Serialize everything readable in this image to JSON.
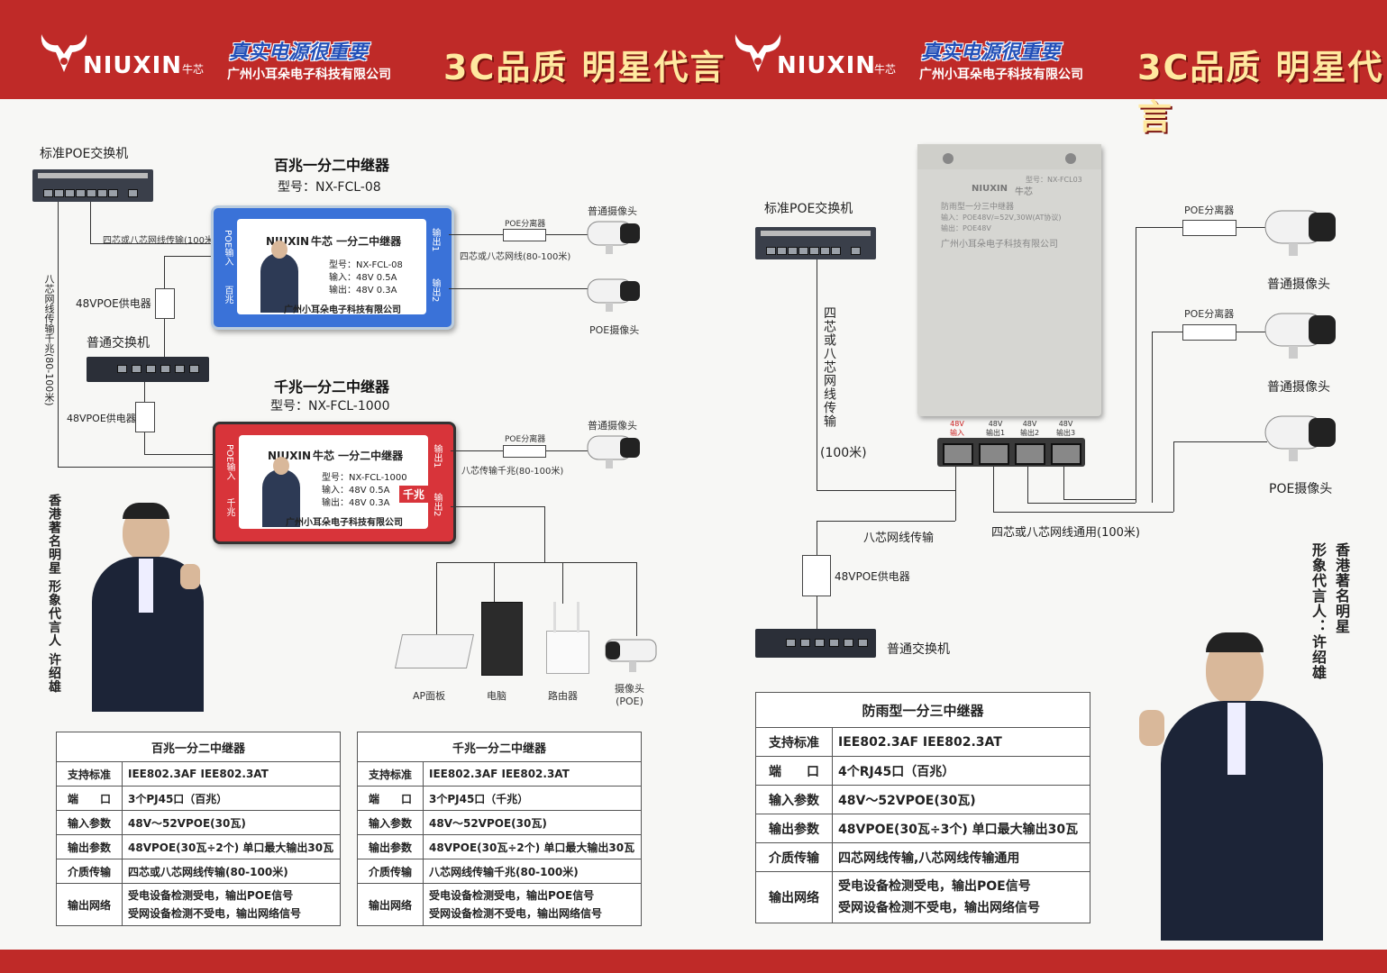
{
  "header": {
    "brand": "NIUXIN",
    "brand_cn": "牛芯",
    "slogan": "真实电源很重要",
    "company": "广州小耳朵电子科技有限公司",
    "tagline": "3C品质  明星代言"
  },
  "left": {
    "poe_switch_label": "标准POE交换机",
    "normal_switch_label": "普通交换机",
    "cable_4_8": "四芯或八芯网线传输(100米)",
    "cable_vertical": "八芯网线传输千兆(80-100米)",
    "injector1": "48VPOE供电器",
    "injector2": "48VPOE供电器",
    "repeater100": {
      "title": "百兆一分二中继器",
      "model": "型号：NX-FCL-08",
      "dev_brand": "NIUXIN",
      "dev_name": "牛芯  一分二中继器",
      "dev_model": "型号：NX-FCL-08",
      "dev_in": "输入：48V 0.5A",
      "dev_out": "输出：48V 0.3A",
      "dev_company": "广州小耳朵电子科技有限公司",
      "poe_in": "POE输入",
      "speed": "百兆",
      "out1": "输出1",
      "out2": "输出2",
      "splitter": "POE分离器",
      "cable": "四芯或八芯网线(80-100米)",
      "cam1": "普通摄像头",
      "cam2": "POE摄像头"
    },
    "repeater1000": {
      "title": "千兆一分二中继器",
      "model": "型号：NX-FCL-1000",
      "dev_brand": "NIUXIN",
      "dev_name": "牛芯  一分二中继器",
      "dev_model": "型号：NX-FCL-1000",
      "dev_in": "输入：48V 0.5A",
      "dev_out": "输出：48V 0.3A",
      "badge": "千兆",
      "dev_company": "广州小耳朵电子科技有限公司",
      "poe_in": "POE输入",
      "speed": "千兆",
      "out1": "输出1",
      "out2": "输出2",
      "splitter": "POE分离器",
      "cable": "八芯传输千兆(80-100米)",
      "cam1": "普通摄像头"
    },
    "endpoints": [
      "AP面板",
      "电脑",
      "路由器",
      "摄像头\n(POE)"
    ],
    "spokesman": "香港著名明星 形象代言人 许绍雄"
  },
  "right": {
    "poe_switch_label": "标准POE交换机",
    "vertical_cable": "四芯或八芯网线传输",
    "vertical_cable_len": "(100米)",
    "device_brand": "NIUXIN",
    "device_brand_cn": "牛芯",
    "device_name": "防雨型一分三中继器",
    "device_model": "型号：NX-FCL03",
    "device_in": "输入：POE48V/=52V,30W(AT协议)",
    "device_out": "输出：POE48V",
    "device_company": "广州小耳朵电子科技有限公司",
    "port_labels": [
      "48V\n输入",
      "48V\n输出1",
      "48V\n输出2",
      "48V\n输出3"
    ],
    "splitter1": "POE分离器",
    "splitter2": "POE分离器",
    "cam1": "普通摄像头",
    "cam2": "普通摄像头",
    "cam3": "POE摄像头",
    "cable8": "八芯网线传输",
    "cable_common": "四芯或八芯网线通用(100米)",
    "injector": "48VPOE供电器",
    "normal_switch_label": "普通交换机",
    "spokesman_line1": "香港著名明星",
    "spokesman_line2": "形象代言人：许绍雄"
  },
  "tables": {
    "t100": {
      "title": "百兆一分二中继器",
      "rows": [
        [
          "支持标准",
          "IEE802.3AF IEE802.3AT"
        ],
        [
          "端　　口",
          "3个PJ45口（百兆）"
        ],
        [
          "输入参数",
          "48V～52VPOE(30瓦)"
        ],
        [
          "输出参数",
          "48VPOE(30瓦÷2个) 单口最大输出30瓦"
        ],
        [
          "介质传输",
          "四芯或八芯网线传输(80-100米)"
        ],
        [
          "输出网络",
          "受电设备检测受电，输出POE信号\n受网设备检测不受电，输出网络信号"
        ]
      ]
    },
    "t1000": {
      "title": "千兆一分二中继器",
      "rows": [
        [
          "支持标准",
          "IEE802.3AF IEE802.3AT"
        ],
        [
          "端　　口",
          "3个PJ45口（千兆）"
        ],
        [
          "输入参数",
          "48V～52VPOE(30瓦)"
        ],
        [
          "输出参数",
          "48VPOE(30瓦÷2个) 单口最大输出30瓦"
        ],
        [
          "介质传输",
          "八芯网线传输千兆(80-100米)"
        ],
        [
          "输出网络",
          "受电设备检测受电，输出POE信号\n受网设备检测不受电，输出网络信号"
        ]
      ]
    },
    "t3": {
      "title": "防雨型一分三中继器",
      "rows": [
        [
          "支持标准",
          "IEE802.3AF IEE802.3AT"
        ],
        [
          "端　　口",
          "4个RJ45口（百兆）"
        ],
        [
          "输入参数",
          "48V～52VPOE(30瓦)"
        ],
        [
          "输出参数",
          "48VPOE(30瓦÷3个) 单口最大输出30瓦"
        ],
        [
          "介质传输",
          "四芯网线传输,八芯网线传输通用"
        ],
        [
          "输出网络",
          "受电设备检测受电，输出POE信号\n受网设备检测不受电，输出网络信号"
        ]
      ]
    }
  },
  "colors": {
    "banner": "#bf2a28",
    "slogan_blue": "#2350b8",
    "device_blue": "#3a72d8",
    "device_red": "#d8343a"
  }
}
